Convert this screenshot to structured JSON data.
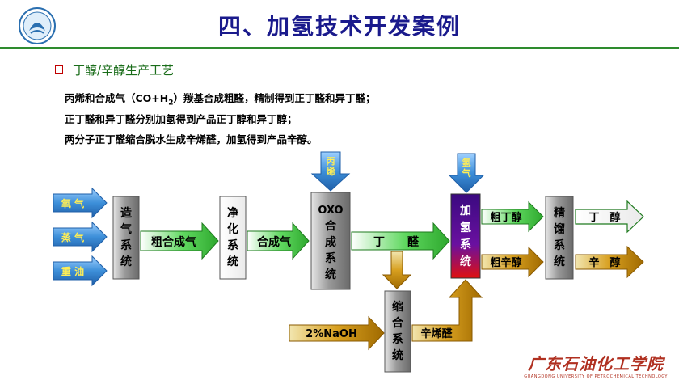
{
  "header": {
    "title": "四、加氢技术开发案例"
  },
  "section": {
    "subtitle": "丁醇/辛醇生产工艺"
  },
  "description": {
    "line1_prefix": "丙烯和合成气（CO+H",
    "line1_sub": "2",
    "line1_suffix": "）羰基合成粗醛，精制得到正丁醛和异丁醛；",
    "line2": "正丁醛和异丁醛分别加氢得到产品正丁醇和异丁醇；",
    "line3": "两分子正丁醛缩合脱水生成辛烯醛，加氢得到产品辛醇。"
  },
  "diagram": {
    "inputs": [
      "氧 气",
      "蒸 气",
      "重 油"
    ],
    "systems": {
      "gasifier": [
        "造",
        "气",
        "系",
        "统"
      ],
      "purify": [
        "净",
        "化",
        "系",
        "统"
      ],
      "oxo": [
        "OXO",
        "合",
        "成",
        "系",
        "统"
      ],
      "hydro": [
        "加",
        "氢",
        "系",
        "统"
      ],
      "distill": [
        "精",
        "馏",
        "系",
        "统"
      ],
      "condense": [
        "缩",
        "合",
        "系",
        "统"
      ]
    },
    "arrows": {
      "crude_syngas": "粗合成气",
      "syngas": "合成气",
      "propylene": [
        "丙",
        "烯"
      ],
      "aldehyde": "丁　　醛",
      "hydrogen": [
        "氢",
        "气"
      ],
      "crude_butanol": "粗丁醇",
      "crude_octanol": "粗辛醇",
      "butanol": "丁　醇",
      "octanol": "辛　醇",
      "naoh": "2%NaOH",
      "octenal": "辛烯醛"
    },
    "colors": {
      "input_blue": "#3d8fd9",
      "green": "#3fcc3f",
      "gold": "#c8900a",
      "gray_box": "#9a9a9a",
      "purple": "#5a0aa0",
      "red": "#d01010"
    }
  },
  "footer": {
    "school_cn": "广东石油化工学院",
    "school_en": "GUANGDONG UNIVERSITY OF PETROCHEMICAL TECHNOLOGY"
  }
}
